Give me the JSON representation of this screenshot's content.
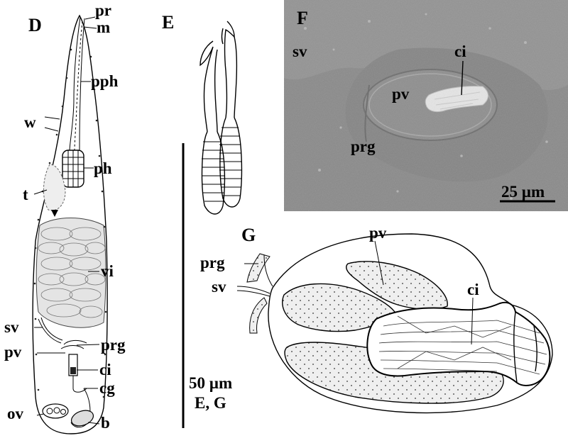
{
  "panels": {
    "D": {
      "letter": "D",
      "labels": {
        "pr": "pr",
        "m": "m",
        "pph": "pph",
        "w": "w",
        "ph": "ph",
        "t": "t",
        "vi": "vi",
        "sv": "sv",
        "prg": "prg",
        "pv": "pv",
        "ci": "ci",
        "cg": "cg",
        "ov": "ov",
        "b": "b"
      }
    },
    "E": {
      "letter": "E"
    },
    "F": {
      "letter": "F",
      "labels": {
        "sv": "sv",
        "ci": "ci",
        "pv": "pv",
        "prg": "prg"
      },
      "scale": "25 µm"
    },
    "G": {
      "letter": "G",
      "labels": {
        "pv": "pv",
        "prg": "prg",
        "sv": "sv",
        "ci": "ci"
      }
    }
  },
  "scale_bar": {
    "value": "50 µm",
    "applies_to": "E, G"
  },
  "colors": {
    "ink": "#000000",
    "stipple_fill": "#ededed",
    "photo_bg": "#8a8a8a"
  }
}
